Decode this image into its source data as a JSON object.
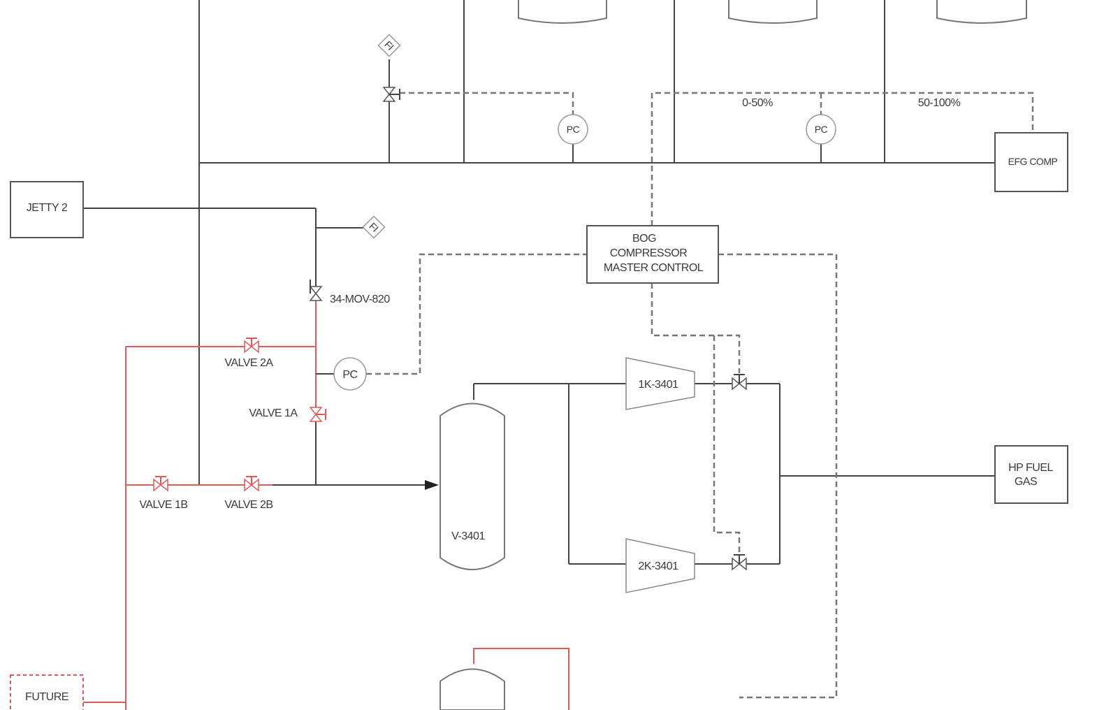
{
  "equipment": {
    "jetty2": "JETTY 2",
    "future": "FUTURE",
    "efg_comp": "EFG COMP",
    "bog_master": [
      "BOG",
      "COMPRESSOR",
      "MASTER CONTROL"
    ],
    "hp_fuel_gas": [
      "HP FUEL",
      "GAS"
    ],
    "vessel": "V-3401",
    "compressor_1": "1K-3401",
    "compressor_2": "2K-3401"
  },
  "valves": {
    "mov": "34-MOV-820",
    "valve_2a": "VALVE 2A",
    "valve_1a": "VALVE 1A",
    "valve_1b": "VALVE 1B",
    "valve_2b": "VALVE 2B"
  },
  "instruments": {
    "pc": "PC",
    "fi": "FI"
  },
  "split_range": {
    "low": "0-50%",
    "high": "50-100%"
  },
  "colors": {
    "process_line": "#444444",
    "new_line": "#e05a5a",
    "signal_line": "#777777"
  }
}
